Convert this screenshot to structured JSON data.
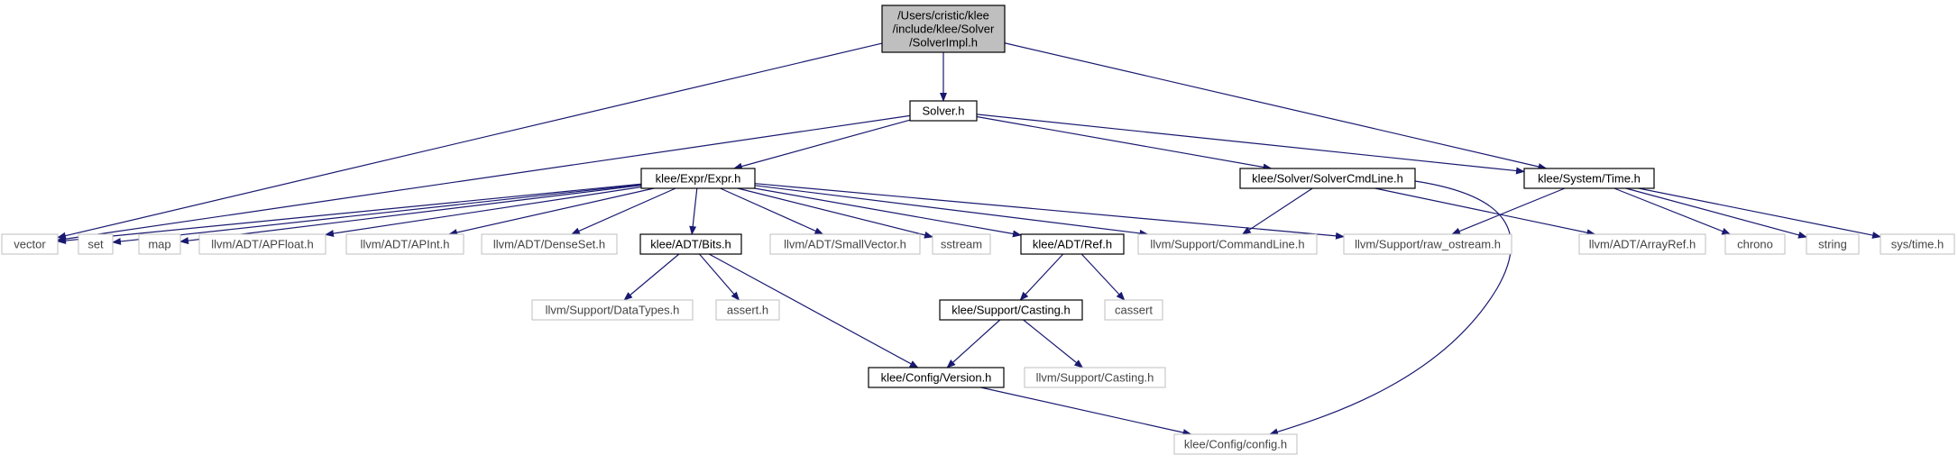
{
  "diagram": {
    "type": "include-dependency-graph",
    "root": "solverimpl",
    "nodes": [
      {
        "id": "solverimpl",
        "lines": [
          "/Users/cristic/klee",
          "/include/klee/Solver",
          "/SolverImpl.h"
        ],
        "kind": "root"
      },
      {
        "id": "solver",
        "lines": [
          "Solver.h"
        ],
        "kind": "project"
      },
      {
        "id": "expr",
        "lines": [
          "klee/Expr/Expr.h"
        ],
        "kind": "project"
      },
      {
        "id": "cmdline",
        "lines": [
          "klee/Solver/SolverCmdLine.h"
        ],
        "kind": "project"
      },
      {
        "id": "time",
        "lines": [
          "klee/System/Time.h"
        ],
        "kind": "project"
      },
      {
        "id": "vector",
        "lines": [
          "vector"
        ],
        "kind": "external"
      },
      {
        "id": "set",
        "lines": [
          "set"
        ],
        "kind": "external"
      },
      {
        "id": "map",
        "lines": [
          "map"
        ],
        "kind": "external"
      },
      {
        "id": "apfloat",
        "lines": [
          "llvm/ADT/APFloat.h"
        ],
        "kind": "external"
      },
      {
        "id": "apint",
        "lines": [
          "llvm/ADT/APInt.h"
        ],
        "kind": "external"
      },
      {
        "id": "denseset",
        "lines": [
          "llvm/ADT/DenseSet.h"
        ],
        "kind": "external"
      },
      {
        "id": "bits",
        "lines": [
          "klee/ADT/Bits.h"
        ],
        "kind": "project"
      },
      {
        "id": "smallvector",
        "lines": [
          "llvm/ADT/SmallVector.h"
        ],
        "kind": "external"
      },
      {
        "id": "sstream",
        "lines": [
          "sstream"
        ],
        "kind": "external"
      },
      {
        "id": "ref",
        "lines": [
          "klee/ADT/Ref.h"
        ],
        "kind": "project"
      },
      {
        "id": "commandline",
        "lines": [
          "llvm/Support/CommandLine.h"
        ],
        "kind": "external"
      },
      {
        "id": "rawostream",
        "lines": [
          "llvm/Support/raw_ostream.h"
        ],
        "kind": "external"
      },
      {
        "id": "arrayref",
        "lines": [
          "llvm/ADT/ArrayRef.h"
        ],
        "kind": "external"
      },
      {
        "id": "chrono",
        "lines": [
          "chrono"
        ],
        "kind": "external"
      },
      {
        "id": "string",
        "lines": [
          "string"
        ],
        "kind": "external"
      },
      {
        "id": "systime",
        "lines": [
          "sys/time.h"
        ],
        "kind": "external"
      },
      {
        "id": "datatypes",
        "lines": [
          "llvm/Support/DataTypes.h"
        ],
        "kind": "external"
      },
      {
        "id": "asserth",
        "lines": [
          "assert.h"
        ],
        "kind": "external"
      },
      {
        "id": "kcasting",
        "lines": [
          "klee/Support/Casting.h"
        ],
        "kind": "project"
      },
      {
        "id": "cassert",
        "lines": [
          "cassert"
        ],
        "kind": "external"
      },
      {
        "id": "version",
        "lines": [
          "klee/Config/Version.h"
        ],
        "kind": "project"
      },
      {
        "id": "lcasting",
        "lines": [
          "llvm/Support/Casting.h"
        ],
        "kind": "external"
      },
      {
        "id": "config",
        "lines": [
          "klee/Config/config.h"
        ],
        "kind": "external"
      }
    ],
    "edges": [
      {
        "from": "solverimpl",
        "to": "solver"
      },
      {
        "from": "solverimpl",
        "to": "vector"
      },
      {
        "from": "solverimpl",
        "to": "time"
      },
      {
        "from": "solver",
        "to": "vector"
      },
      {
        "from": "solver",
        "to": "expr"
      },
      {
        "from": "solver",
        "to": "cmdline"
      },
      {
        "from": "solver",
        "to": "time"
      },
      {
        "from": "expr",
        "to": "vector"
      },
      {
        "from": "expr",
        "to": "set"
      },
      {
        "from": "expr",
        "to": "map"
      },
      {
        "from": "expr",
        "to": "apfloat"
      },
      {
        "from": "expr",
        "to": "apint"
      },
      {
        "from": "expr",
        "to": "denseset"
      },
      {
        "from": "expr",
        "to": "bits"
      },
      {
        "from": "expr",
        "to": "smallvector"
      },
      {
        "from": "expr",
        "to": "sstream"
      },
      {
        "from": "expr",
        "to": "ref"
      },
      {
        "from": "expr",
        "to": "commandline"
      },
      {
        "from": "expr",
        "to": "rawostream"
      },
      {
        "from": "cmdline",
        "to": "commandline"
      },
      {
        "from": "cmdline",
        "to": "arrayref"
      },
      {
        "from": "cmdline",
        "to": "config"
      },
      {
        "from": "time",
        "to": "rawostream"
      },
      {
        "from": "time",
        "to": "chrono"
      },
      {
        "from": "time",
        "to": "string"
      },
      {
        "from": "time",
        "to": "systime"
      },
      {
        "from": "bits",
        "to": "datatypes"
      },
      {
        "from": "bits",
        "to": "asserth"
      },
      {
        "from": "bits",
        "to": "version"
      },
      {
        "from": "ref",
        "to": "kcasting"
      },
      {
        "from": "ref",
        "to": "cassert"
      },
      {
        "from": "kcasting",
        "to": "version"
      },
      {
        "from": "kcasting",
        "to": "lcasting"
      },
      {
        "from": "version",
        "to": "config"
      }
    ],
    "colors": {
      "edge": "#191970",
      "root_fill": "#bfbfbf",
      "project_border": "#000000",
      "external_border": "#bfbfbf",
      "node_fill": "#ffffff"
    }
  }
}
